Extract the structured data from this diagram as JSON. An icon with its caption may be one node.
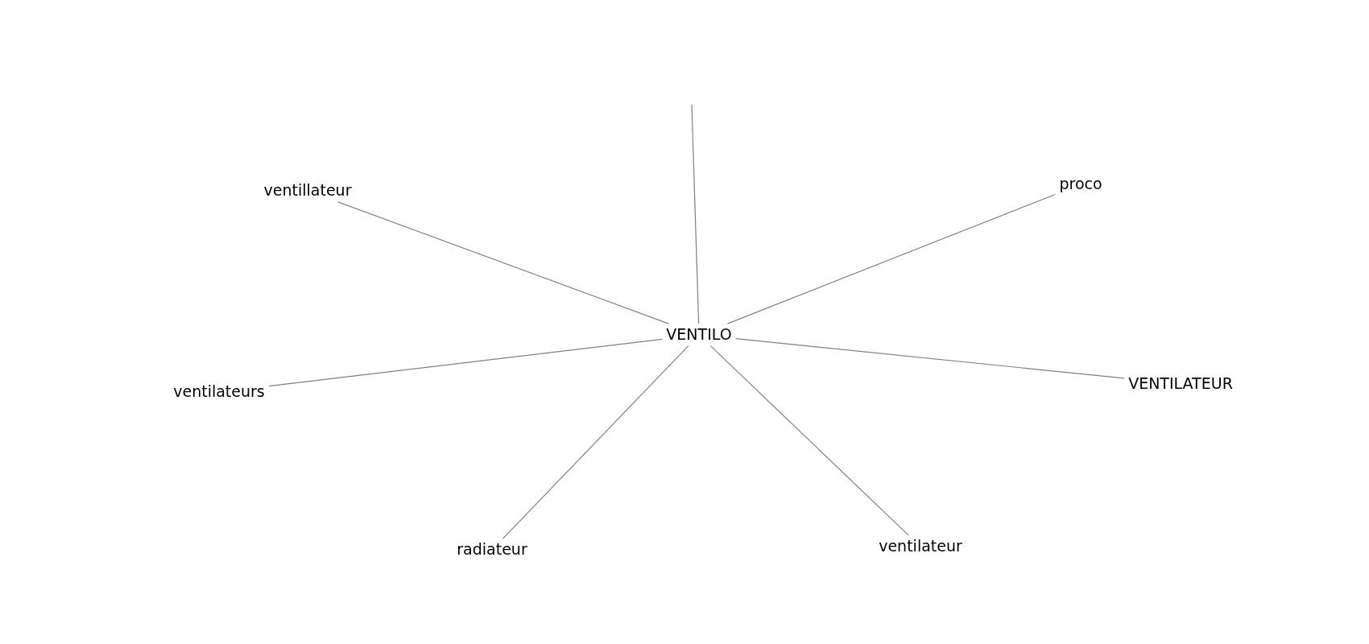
{
  "diagram": {
    "nodes": [
      {
        "text": [
          "ventillateur"
        ]
      },
      {
        "text": [
          "proco"
        ]
      },
      {
        "text": [
          "VENTILO"
        ]
      },
      {
        "text": [
          "VENTILATEUR"
        ]
      },
      {
        "text": [
          "ventilateurs"
        ]
      },
      {
        "text": [
          "ventilateur"
        ]
      },
      {
        "text": [
          "radiateur"
        ]
      }
    ],
    "edges": [
      {
        "from": 2,
        "to": null,
        "arrow": "none"
      },
      {
        "from": 2,
        "to": 0,
        "arrow": "none"
      },
      {
        "from": 2,
        "to": 1,
        "arrow": "none"
      },
      {
        "from": 2,
        "to": 3,
        "arrow": "none"
      },
      {
        "from": 2,
        "to": 4,
        "arrow": "none"
      },
      {
        "from": 2,
        "to": 5,
        "arrow": "none"
      },
      {
        "from": 2,
        "to": 6,
        "arrow": "none"
      }
    ]
  }
}
